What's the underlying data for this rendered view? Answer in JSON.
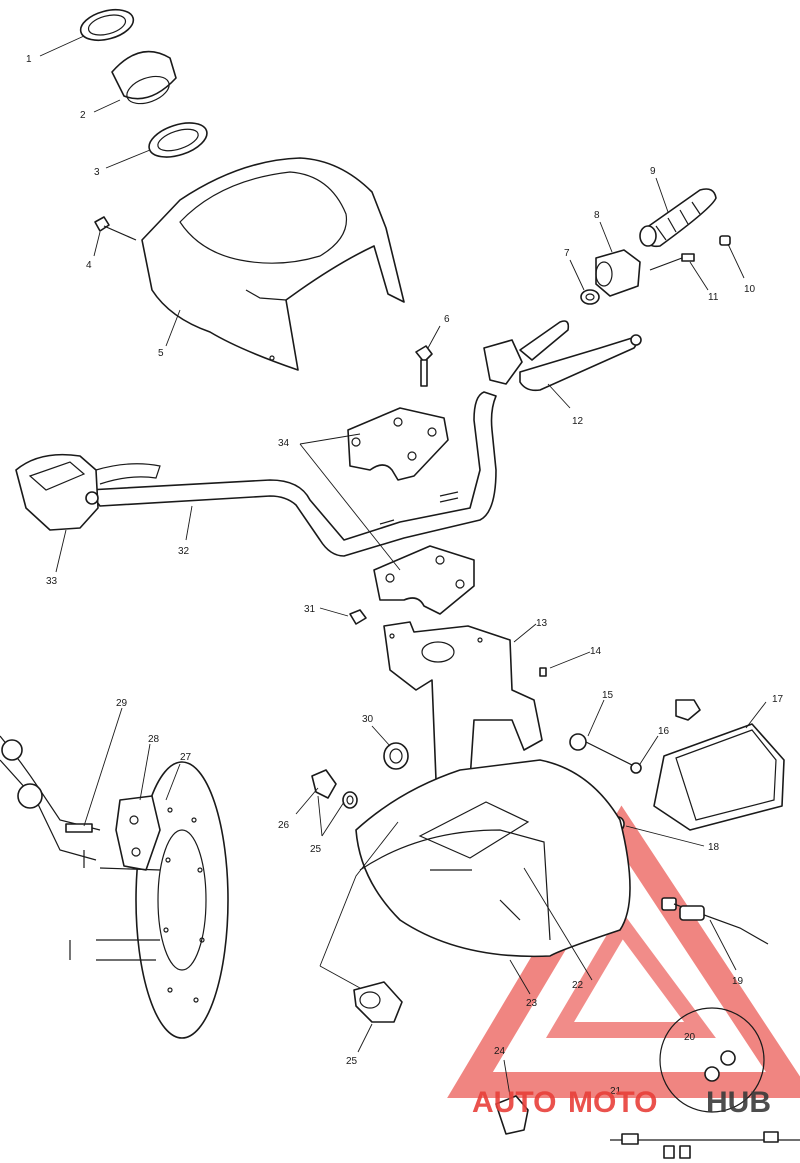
{
  "callouts": [
    {
      "id": "c1",
      "text": "1"
    },
    {
      "id": "c2",
      "text": "2"
    },
    {
      "id": "c3",
      "text": "3"
    },
    {
      "id": "c4",
      "text": "4"
    },
    {
      "id": "c5",
      "text": "5"
    },
    {
      "id": "c6",
      "text": "6"
    },
    {
      "id": "c7",
      "text": "7"
    },
    {
      "id": "c8",
      "text": "8"
    },
    {
      "id": "c9",
      "text": "9"
    },
    {
      "id": "c10",
      "text": "10"
    },
    {
      "id": "c11",
      "text": "11"
    },
    {
      "id": "c12",
      "text": "12"
    },
    {
      "id": "c13",
      "text": "13"
    },
    {
      "id": "c14",
      "text": "14"
    },
    {
      "id": "c15",
      "text": "15"
    },
    {
      "id": "c16",
      "text": "16"
    },
    {
      "id": "c17",
      "text": "17"
    },
    {
      "id": "c18",
      "text": "18"
    },
    {
      "id": "c19",
      "text": "19"
    },
    {
      "id": "c20",
      "text": "20"
    },
    {
      "id": "c21",
      "text": "21"
    },
    {
      "id": "c22",
      "text": "22"
    },
    {
      "id": "c23",
      "text": "23"
    },
    {
      "id": "c24",
      "text": "24"
    },
    {
      "id": "c25a",
      "text": "25"
    },
    {
      "id": "c25b",
      "text": "25"
    },
    {
      "id": "c26",
      "text": "26"
    },
    {
      "id": "c27",
      "text": "27"
    },
    {
      "id": "c28",
      "text": "28"
    },
    {
      "id": "c29",
      "text": "29"
    },
    {
      "id": "c30",
      "text": "30"
    },
    {
      "id": "c31",
      "text": "31"
    },
    {
      "id": "c32",
      "text": "32"
    },
    {
      "id": "c33",
      "text": "33"
    },
    {
      "id": "c34",
      "text": "34"
    }
  ],
  "watermark": {
    "part1": "AUTO",
    "part2": "MOTO",
    "part3": "HUB",
    "colors": {
      "red": "#e8403a",
      "gray": "#3a3a3a"
    }
  }
}
